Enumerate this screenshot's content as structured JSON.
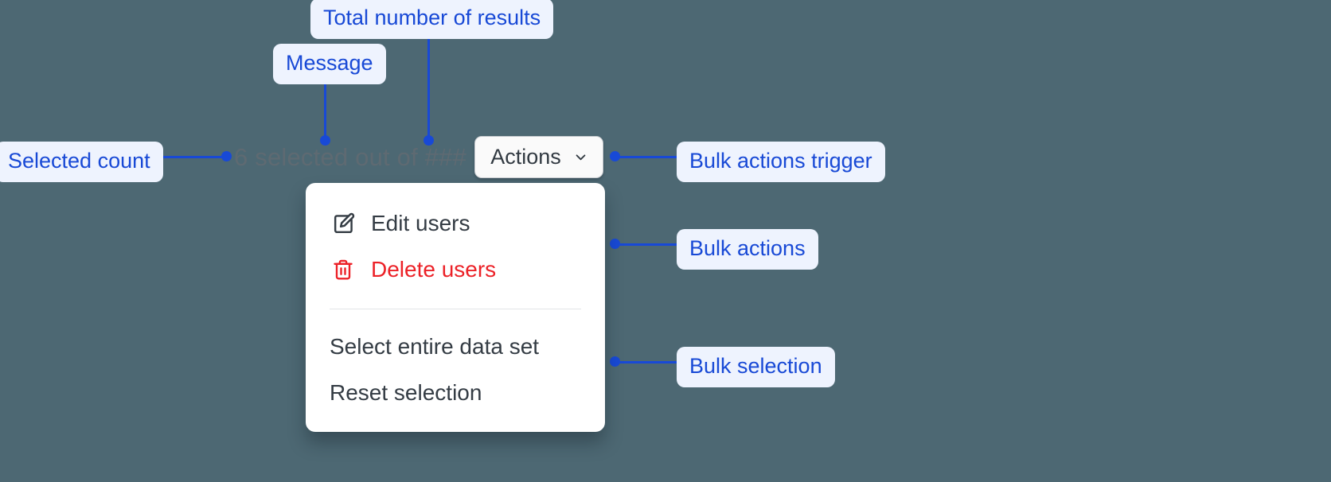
{
  "canvas": {
    "background_color": "#4d6873",
    "accent_color": "#1849d6",
    "chip_background": "#eef3fe"
  },
  "annotations": [
    {
      "id": "total-results",
      "label": "Total number of results"
    },
    {
      "id": "message",
      "label": "Message"
    },
    {
      "id": "selected-count",
      "label": "Selected count"
    },
    {
      "id": "bulk-trigger",
      "label": "Bulk actions trigger"
    },
    {
      "id": "bulk-actions",
      "label": "Bulk actions"
    },
    {
      "id": "bulk-selection",
      "label": "Bulk selection"
    }
  ],
  "component": {
    "status_message": "6 selected out of ###",
    "selected_count": "6",
    "total_placeholder": "###",
    "trigger": {
      "label": "Actions",
      "icon": "chevron-down-icon"
    },
    "menu": {
      "actions": [
        {
          "label": "Edit users",
          "icon": "edit-icon",
          "danger": false,
          "color": "#343c44"
        },
        {
          "label": "Delete users",
          "icon": "trash-icon",
          "danger": true,
          "color": "#ec2127"
        }
      ],
      "selection": [
        {
          "label": "Select entire data set"
        },
        {
          "label": "Reset selection"
        }
      ]
    }
  }
}
